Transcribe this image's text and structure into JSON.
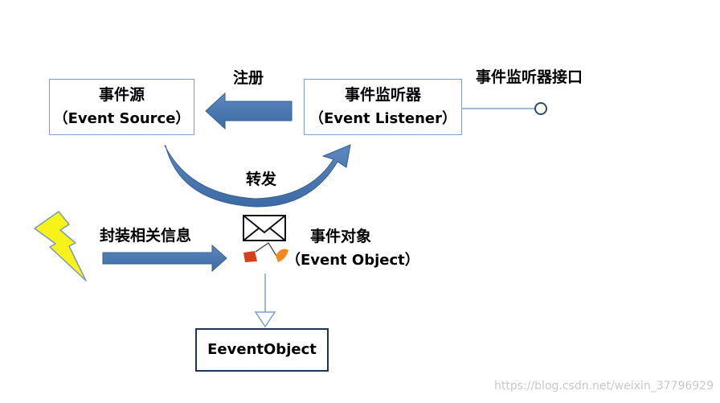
{
  "event_source": {
    "title": "事件源",
    "subtitle": "（Event Source）"
  },
  "event_listener": {
    "title": "事件监听器",
    "subtitle": "（Event Listener）"
  },
  "labels": {
    "register": "注册",
    "listener_interface": "事件监听器接口",
    "forward": "转发",
    "encapsulate": "封装相关信息",
    "event_object": "事件对象",
    "event_object_en": "（Event Object）"
  },
  "event_object_class": "EeventObject",
  "watermark": "https://blog.csdn.net/weixin_37796929",
  "colors": {
    "arrow_blue": "#4a77b0",
    "box_border": "#7fa1c9",
    "lightning": "#f6f21a"
  }
}
